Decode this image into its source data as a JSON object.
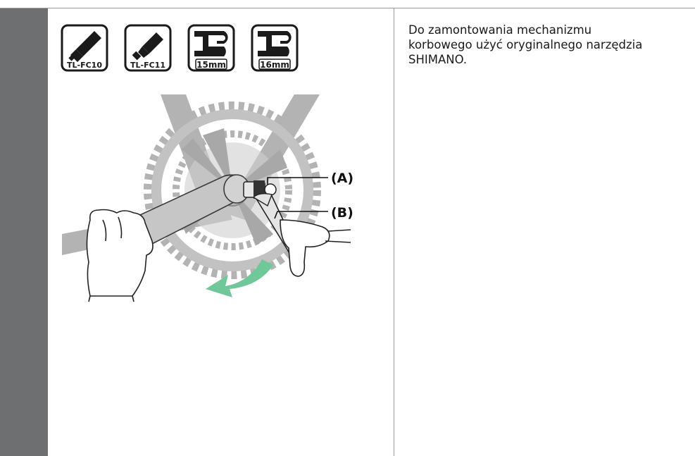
{
  "instruction": {
    "lines": [
      "Do zamontowania mechanizmu",
      "korbowego użyć oryginalnego narzędzia",
      "SHIMANO."
    ]
  },
  "tools": [
    {
      "label": "TL-FC10",
      "icon": "crank-installation-tool-icon"
    },
    {
      "label": "TL-FC11",
      "icon": "crank-installation-tool-icon"
    },
    {
      "label": "15mm",
      "icon": "wrench-icon"
    },
    {
      "label": "16mm",
      "icon": "wrench-icon"
    }
  ],
  "callouts": {
    "a": "(A)",
    "b": "(B)"
  },
  "colors": {
    "sidebar": "#6e6f71",
    "rotation_arrow": "#6fc79a",
    "illustration_gray": "#b3b3b3"
  }
}
